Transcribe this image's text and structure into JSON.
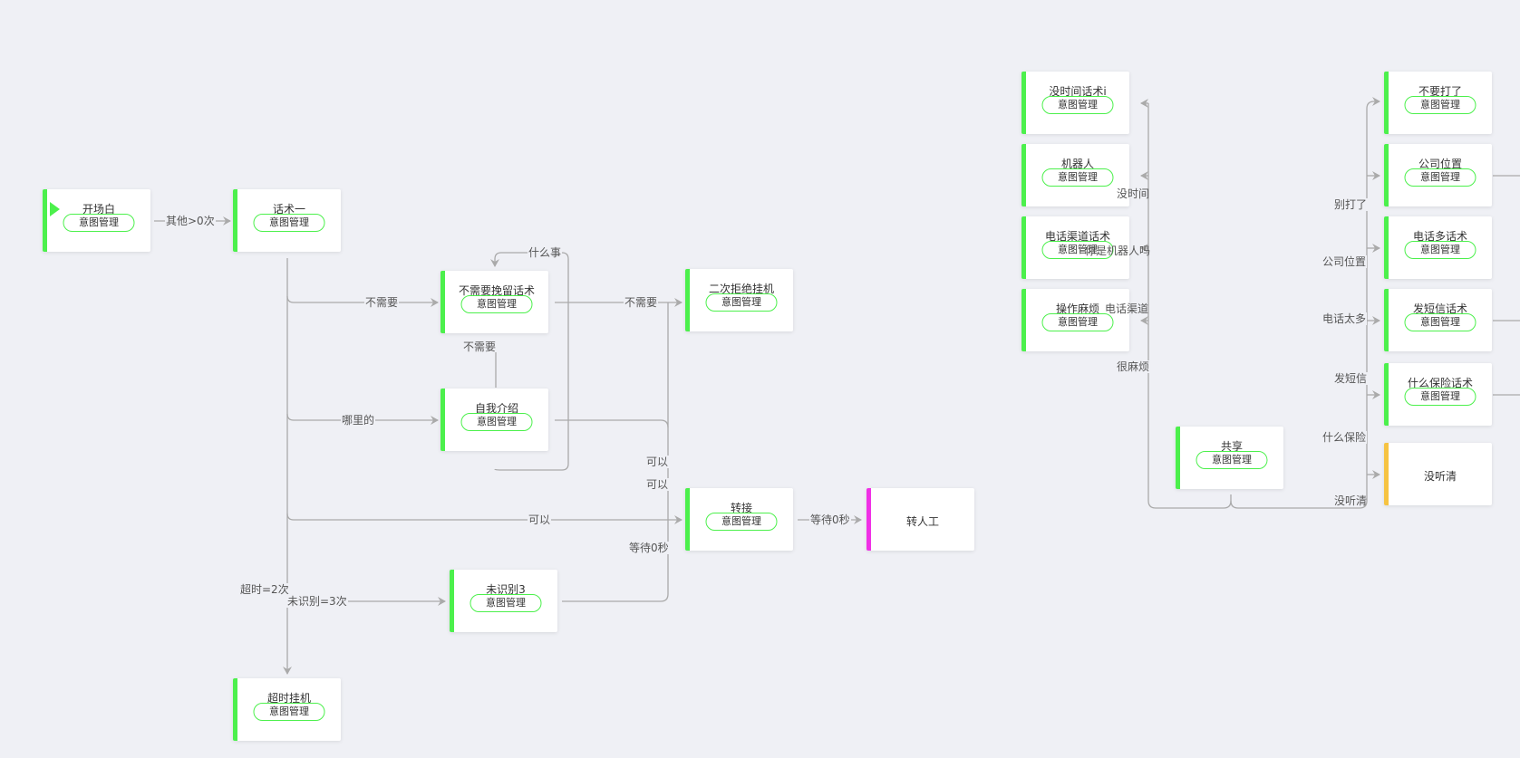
{
  "nodes": [
    {
      "id": "kaichangbai",
      "title": "开场白",
      "button": "意图管理",
      "accent": "#4cf04c",
      "start": true
    },
    {
      "id": "huashu1",
      "title": "话术一",
      "button": "意图管理",
      "accent": "#4cf04c"
    },
    {
      "id": "buxuyao_wanliu",
      "title": "不需要挽留话术",
      "button": "意图管理",
      "accent": "#4cf04c"
    },
    {
      "id": "ziwo_jieshao",
      "title": "自我介绍",
      "button": "意图管理",
      "accent": "#4cf04c"
    },
    {
      "id": "erci_jujue",
      "title": "二次拒绝挂机",
      "button": "意图管理",
      "accent": "#4cf04c"
    },
    {
      "id": "zhuanjie",
      "title": "转接",
      "button": "意图管理",
      "accent": "#4cf04c"
    },
    {
      "id": "zhuanrengong",
      "title": "转人工",
      "accent": "#f030e6"
    },
    {
      "id": "weishibie3",
      "title": "未识别3",
      "button": "意图管理",
      "accent": "#4cf04c"
    },
    {
      "id": "chaoshi_guaji",
      "title": "超时挂机",
      "button": "意图管理",
      "accent": "#4cf04c"
    },
    {
      "id": "meishijian",
      "title": "没时间话术i",
      "button": "意图管理",
      "accent": "#4cf04c"
    },
    {
      "id": "jiqiren",
      "title": "机器人",
      "button": "意图管理",
      "accent": "#4cf04c"
    },
    {
      "id": "dianhua_qudao",
      "title": "电话渠道话术",
      "button": "意图管理",
      "accent": "#4cf04c"
    },
    {
      "id": "caozuo_mafan",
      "title": "操作麻烦",
      "button": "意图管理",
      "accent": "#4cf04c"
    },
    {
      "id": "gongxiang",
      "title": "共享",
      "button": "意图管理",
      "accent": "#4cf04c"
    },
    {
      "id": "buyao_dale",
      "title": "不要打了",
      "button": "意图管理",
      "accent": "#4cf04c"
    },
    {
      "id": "gongsi_weizhi",
      "title": "公司位置",
      "button": "意图管理",
      "accent": "#4cf04c"
    },
    {
      "id": "dianhua_duo",
      "title": "电话多话术",
      "button": "意图管理",
      "accent": "#4cf04c"
    },
    {
      "id": "fa_duanxin",
      "title": "发短信话术",
      "button": "意图管理",
      "accent": "#4cf04c"
    },
    {
      "id": "shenme_baoxian",
      "title": "什么保险话术",
      "button": "意图管理",
      "accent": "#4cf04c"
    },
    {
      "id": "mei_tingqing",
      "title": "没听清",
      "accent": "#f6c342"
    }
  ],
  "edge_labels": [
    "其他>0次",
    "不需要",
    "不需要",
    "什么事",
    "不需要",
    "哪里的",
    "可以",
    "可以",
    "可以",
    "等待0秒",
    "等待0秒",
    "超时=2次",
    "未识别=3次",
    "没时间",
    "你是机器人吗",
    "电话渠道",
    "很麻烦",
    "别打了",
    "公司位置",
    "电话太多",
    "发短信",
    "什么保险",
    "没听清"
  ],
  "colors": {
    "background": "#eff0f5",
    "line": "#aaaaaa",
    "accent_green": "#4cf04c",
    "accent_yellow": "#f6c342",
    "accent_magenta": "#f030e6"
  }
}
